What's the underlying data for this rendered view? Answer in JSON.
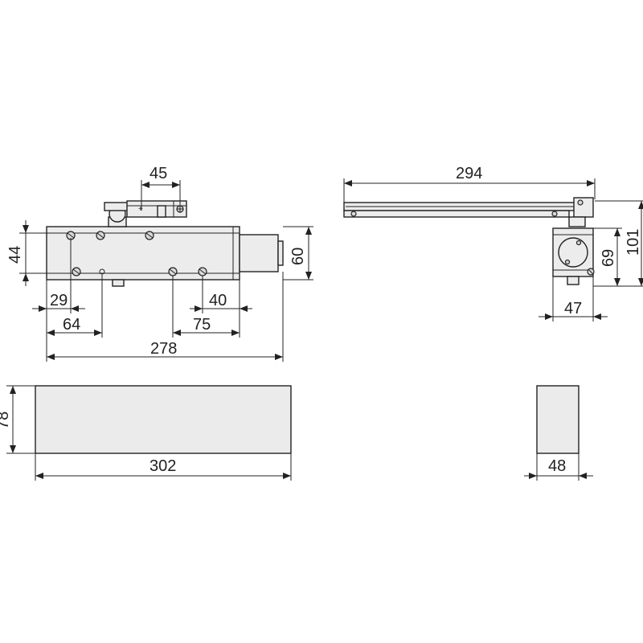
{
  "dimensions": {
    "arm_spindle_spacing": "45",
    "body_height": "44",
    "body_height_total": "60",
    "hole_29": "29",
    "hole_64": "64",
    "hole_40": "40",
    "hole_75": "75",
    "body_length": "278",
    "arm_length": "294",
    "side_height_69": "69",
    "side_height_101": "101",
    "side_width_47": "47",
    "cover_height": "78",
    "cover_length": "302",
    "cover_depth": "48"
  }
}
